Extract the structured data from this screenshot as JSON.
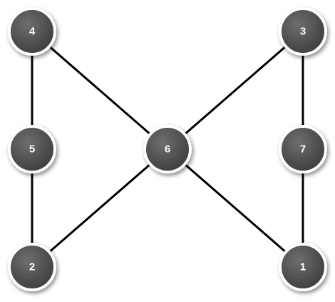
{
  "graph": {
    "nodes": [
      {
        "id": "4",
        "label": "4"
      },
      {
        "id": "3",
        "label": "3"
      },
      {
        "id": "5",
        "label": "5"
      },
      {
        "id": "6",
        "label": "6"
      },
      {
        "id": "7",
        "label": "7"
      },
      {
        "id": "2",
        "label": "2"
      },
      {
        "id": "1",
        "label": "1"
      }
    ],
    "edges": [
      {
        "from": "4",
        "to": "5"
      },
      {
        "from": "4",
        "to": "6"
      },
      {
        "from": "5",
        "to": "2"
      },
      {
        "from": "3",
        "to": "6"
      },
      {
        "from": "3",
        "to": "7"
      },
      {
        "from": "6",
        "to": "2"
      },
      {
        "from": "6",
        "to": "1"
      },
      {
        "from": "7",
        "to": "1"
      }
    ]
  },
  "colors": {
    "node_fill": "#555555",
    "node_border": "#ffffff",
    "edge": "#000000",
    "label": "#ffffff"
  }
}
